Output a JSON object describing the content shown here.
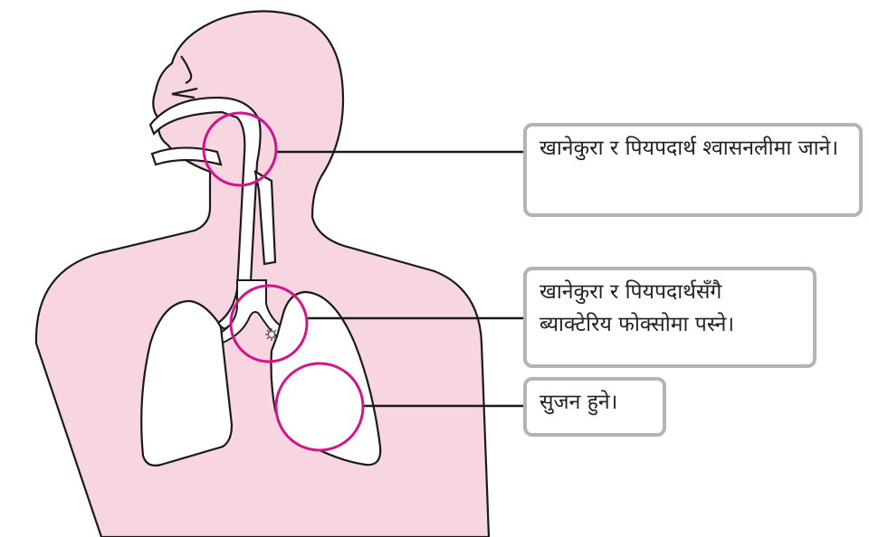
{
  "callouts": [
    {
      "id": "food-into-windpipe",
      "text": "खानेकुरा र पियपदार्थ श्वासनलीमा जाने।"
    },
    {
      "id": "bacteria-into-lungs",
      "text": "खानेकुरा र पियपदार्थसँगै ब्याक्टेरिय फोक्सोमा पस्ने।"
    },
    {
      "id": "inflammation",
      "text": "सुजन हुने।"
    }
  ],
  "colors": {
    "body_fill": "#f7d6e2",
    "outline": "#1a1a1a",
    "highlight_circle": "#d0168a",
    "callout_border": "#b4b4b4",
    "leader_line": "#1a1a1a"
  },
  "icons": [
    "bacteria-icon"
  ]
}
